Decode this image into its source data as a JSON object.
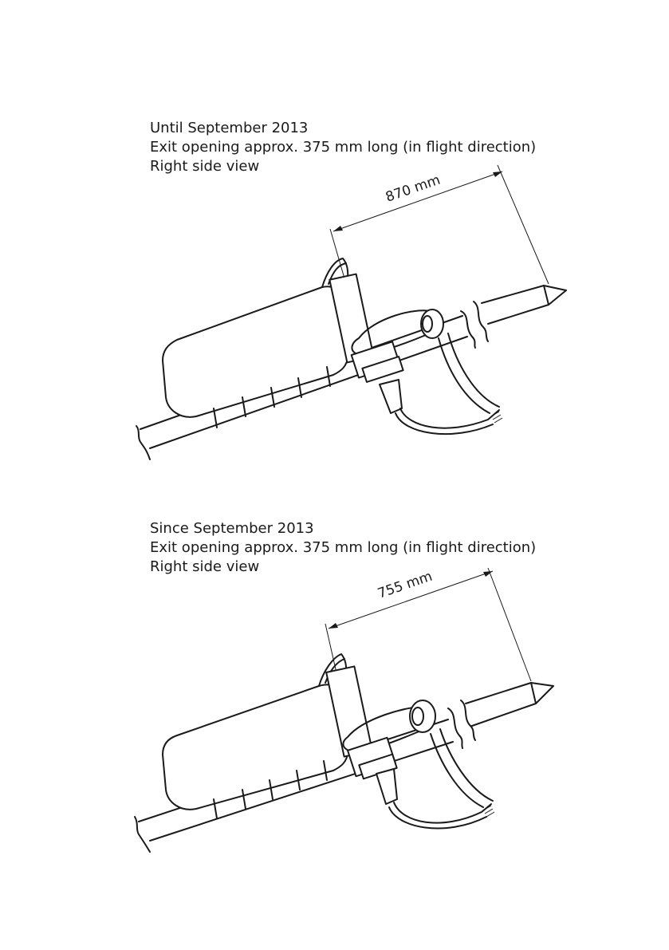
{
  "figures": [
    {
      "lines": [
        "Until September 2013",
        "Exit opening approx. 375 mm long (in flight direction)",
        "Right side view"
      ],
      "dimension_label": "870 mm"
    },
    {
      "lines": [
        "Since September 2013",
        "Exit opening approx. 375 mm long (in flight direction)",
        "Right side view"
      ],
      "dimension_label": "755 mm"
    }
  ],
  "colors": {
    "ink": "#1a1a1a",
    "background": "#ffffff"
  }
}
